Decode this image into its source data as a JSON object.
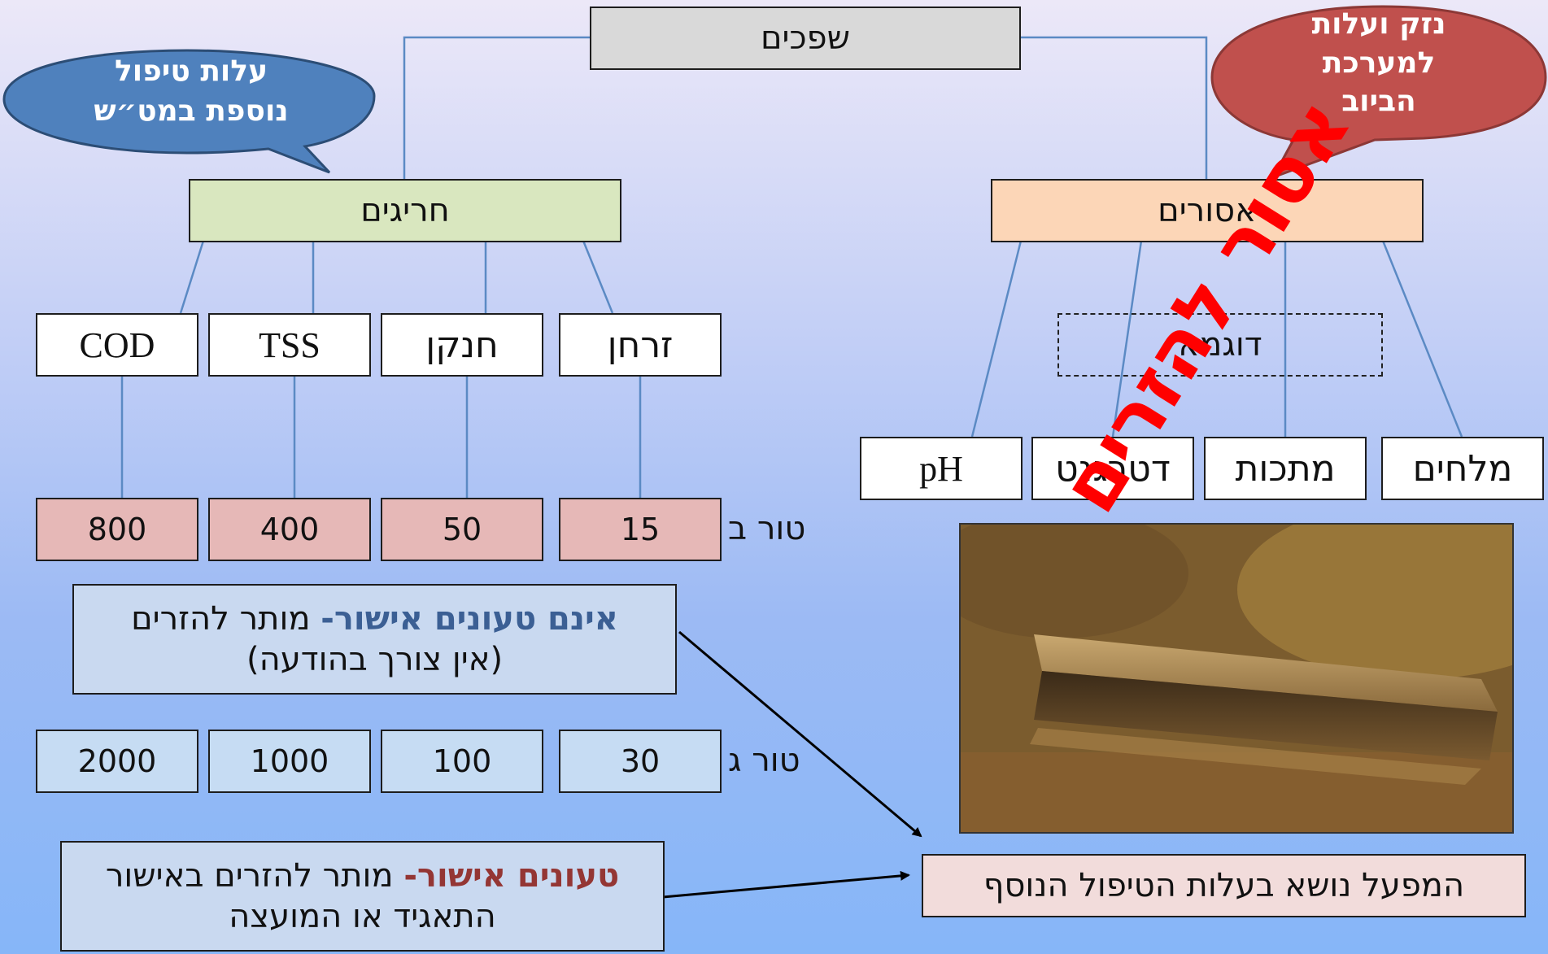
{
  "root": "שפכים",
  "categories": {
    "deviant": "חריגים",
    "forbidden": "אסורים"
  },
  "deviant_params": [
    "זרחן",
    "חנקן",
    "TSS",
    "COD"
  ],
  "forbidden_example": "דוגמא",
  "forbidden_items": [
    "מלחים",
    "מתכות",
    "דטרגנט",
    "pH"
  ],
  "column_b": {
    "label": "טור ב",
    "values": [
      "15",
      "50",
      "400",
      "800"
    ]
  },
  "column_c": {
    "label": "טור ג",
    "values": [
      "30",
      "100",
      "1000",
      "2000"
    ]
  },
  "note_no_approval": {
    "emphasis": "אינם טעונים אישור-",
    "rest": " מותר להזרים",
    "line2": "(אין צורך בהודעה)"
  },
  "note_approval": {
    "emphasis": "טעונים אישור-",
    "rest": " מותר להזרים באישור",
    "line2": "התאגיד או המועצה"
  },
  "factory_note": "המפעל נושא בעלות הטיפול הנוסף",
  "bubble_blue": [
    "עלות טיפול",
    "נוספת במט״ש"
  ],
  "bubble_red": [
    "נזק ועלות",
    "למערכת",
    "הביוב"
  ],
  "stamp": "אסור להזרים",
  "colors": {
    "root": "#d9d9d9",
    "deviant": "#d9e7bf",
    "forbidden": "#fcd6b7",
    "values_b": "#e6b8b7",
    "bubble_blue": "#4f81bd",
    "bubble_red": "#c0504d",
    "stamp": "#ff0000",
    "emphasis_blue": "#3b5f94",
    "emphasis_red": "#943634"
  },
  "image": "corroded-pipe-photo"
}
